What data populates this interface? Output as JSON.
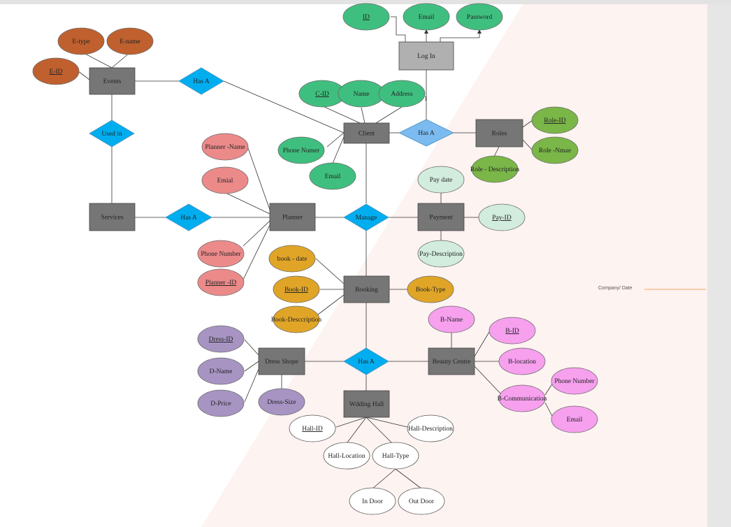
{
  "colors": {
    "entity": "#767676",
    "login_entity": "#b0b0b0",
    "relation": "#00aeef",
    "relation_light": "#7bbbf0",
    "events_attr": "#c0602f",
    "client_attr": "#3fbf7f",
    "roles_attr": "#7ab648",
    "planner_attr": "#ec8a8a",
    "payment_attr": "#d2ecde",
    "booking_attr": "#e0a527",
    "dress_attr": "#a794c3",
    "beauty_attr": "#f6a0ee",
    "hall_attr": "#ffffff",
    "footer_line": "#f08a30",
    "background_tint": "#fdf3f1"
  },
  "footer": {
    "label": "Company/ Date"
  },
  "entities": [
    {
      "id": "events",
      "label": "Events"
    },
    {
      "id": "login",
      "label": "Log In"
    },
    {
      "id": "client",
      "label": "Client"
    },
    {
      "id": "roles",
      "label": "Roles"
    },
    {
      "id": "services",
      "label": "Services"
    },
    {
      "id": "planner",
      "label": "Planner"
    },
    {
      "id": "payment",
      "label": "Payment"
    },
    {
      "id": "booking",
      "label": "Booking"
    },
    {
      "id": "dress",
      "label": "Dress Shope"
    },
    {
      "id": "beauty",
      "label": "Beauty Centre"
    },
    {
      "id": "hall",
      "label": "Wdding Hall"
    }
  ],
  "relationships": [
    {
      "id": "hasa-events",
      "label": "Has A"
    },
    {
      "id": "used-in",
      "label": "Used in"
    },
    {
      "id": "hasa-roles",
      "label": "Has A"
    },
    {
      "id": "hasa-services",
      "label": "Has A"
    },
    {
      "id": "manage",
      "label": "Manage"
    },
    {
      "id": "hasa-hall",
      "label": "Has A"
    }
  ],
  "attributes": [
    {
      "id": "e-type",
      "label": "E-type",
      "key": false
    },
    {
      "id": "e-name",
      "label": "E-name",
      "key": false
    },
    {
      "id": "e-id",
      "label": "E-ID",
      "key": true
    },
    {
      "id": "login-id",
      "label": "ID",
      "key": true
    },
    {
      "id": "login-email",
      "label": "Email",
      "key": false
    },
    {
      "id": "login-password",
      "label": "Password",
      "key": false
    },
    {
      "id": "c-id",
      "label": "C-ID",
      "key": true
    },
    {
      "id": "c-name",
      "label": "Name",
      "key": false
    },
    {
      "id": "c-address",
      "label": "Address",
      "key": false
    },
    {
      "id": "c-phone",
      "label": "Phone Numer",
      "key": false
    },
    {
      "id": "c-email",
      "label": "Email",
      "key": false
    },
    {
      "id": "role-id",
      "label": "Role-ID",
      "key": true
    },
    {
      "id": "role-name",
      "label": "Role -Nmae",
      "key": false
    },
    {
      "id": "role-desc",
      "label": "Role - Description",
      "key": false
    },
    {
      "id": "p-name",
      "label": "Planner -Name",
      "key": false
    },
    {
      "id": "p-email",
      "label": "Emial",
      "key": false
    },
    {
      "id": "p-phone",
      "label": "Phone Number",
      "key": false
    },
    {
      "id": "p-id",
      "label": "Planner -ID",
      "key": true
    },
    {
      "id": "pay-date",
      "label": "Pay date",
      "key": false
    },
    {
      "id": "pay-id",
      "label": "Pay-ID",
      "key": true
    },
    {
      "id": "pay-desc",
      "label": "Pay-Description",
      "key": false
    },
    {
      "id": "book-date",
      "label": "book - date",
      "key": false
    },
    {
      "id": "book-id",
      "label": "Book-ID",
      "key": true
    },
    {
      "id": "book-desc",
      "label": "Book-Desccription",
      "key": false
    },
    {
      "id": "book-type",
      "label": "Book-Type",
      "key": false
    },
    {
      "id": "dress-id",
      "label": "Dress-ID",
      "key": true
    },
    {
      "id": "d-name",
      "label": "D-Name",
      "key": false
    },
    {
      "id": "d-price",
      "label": "D-Price",
      "key": false
    },
    {
      "id": "dress-size",
      "label": "Dress-Size",
      "key": false
    },
    {
      "id": "b-name",
      "label": "B-Name",
      "key": false
    },
    {
      "id": "b-id",
      "label": "B-ID",
      "key": true
    },
    {
      "id": "b-location",
      "label": "B-location",
      "key": false
    },
    {
      "id": "b-comm",
      "label": "B-Communication",
      "key": false
    },
    {
      "id": "b-phone",
      "label": "Phone Number",
      "key": false
    },
    {
      "id": "b-email",
      "label": "Email",
      "key": false
    },
    {
      "id": "hall-id",
      "label": "Hall-ID",
      "key": true
    },
    {
      "id": "hall-location",
      "label": "Hall-Location",
      "key": false
    },
    {
      "id": "hall-type",
      "label": "Hall-Type",
      "key": false
    },
    {
      "id": "hall-desc",
      "label": "Hall-Description",
      "key": false
    },
    {
      "id": "in-door",
      "label": "In Door",
      "key": false
    },
    {
      "id": "out-door",
      "label": "Out Door",
      "key": false
    }
  ],
  "cardinality": {
    "login_client": "1"
  }
}
